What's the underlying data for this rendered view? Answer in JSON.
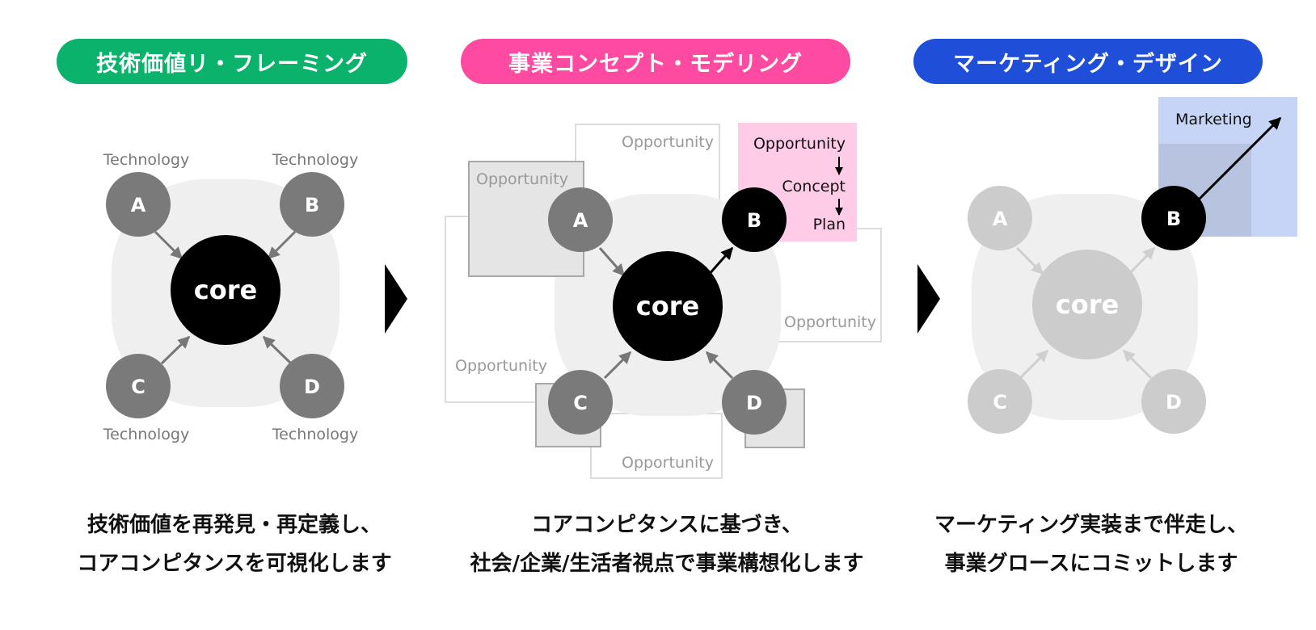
{
  "panels": [
    {
      "title": "技術価値リ・フレーミング",
      "color": "#0ab26b",
      "caption_line1": "技術価値を再発見・再定義し、",
      "caption_line2": "コアコンピタンスを可視化します"
    },
    {
      "title": "事業コンセプト・モデリング",
      "color": "#ff4aa1",
      "caption_line1": "コアコンピタンスに基づき、",
      "caption_line2": "社会/企業/生活者視点で事業構想化します"
    },
    {
      "title": "マーケティング・デザイン",
      "color": "#1f4fd8",
      "caption_line1": "マーケティング実装まで伴走し、",
      "caption_line2": "事業グロースにコミットします"
    }
  ],
  "diagram": {
    "core_label": "core",
    "node_labels": [
      "A",
      "B",
      "C",
      "D"
    ],
    "technology_label": "Technology",
    "opportunity_label": "Opportunity",
    "flow_steps": [
      "Opportunity",
      "Concept",
      "Plan"
    ],
    "marketing_label": "Marketing"
  },
  "colors": {
    "highlight_pink": "#ffcce8",
    "marketing_blue": "#c6d4f5",
    "node_gray": "#7a7a7a",
    "faded_gray": "#cccccc",
    "halo_gray": "#efefef"
  }
}
